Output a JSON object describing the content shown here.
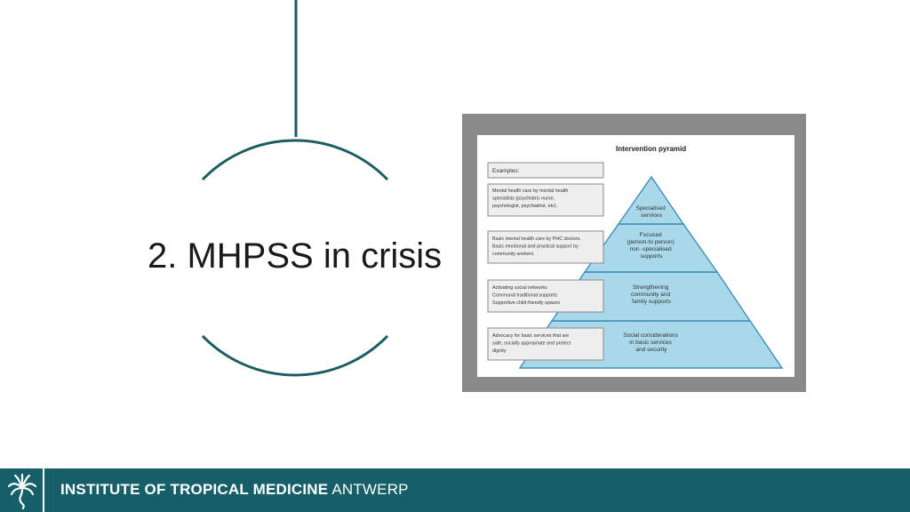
{
  "slide": {
    "title": "2. MHPSS in crisis"
  },
  "figure": {
    "heading": "Intervention pyramid",
    "examples_label": "Examples:",
    "examples": [
      [
        "Mental health care by mental health",
        "specialists (psychiatric nurse,",
        "psychologist, psychiatrist, etc)."
      ],
      [
        "Basic mental health care by PHC doctors.",
        "Basic emotional and practical support by",
        "community workers"
      ],
      [
        "Activating social networks",
        "Communal traditional supports",
        "Supportive child-friendly spaces"
      ],
      [
        "Advocacy for basic services that are",
        "safe, socially appropriate and protect",
        "dignity"
      ]
    ],
    "levels": [
      [
        "Specialised",
        "services"
      ],
      [
        "Focused",
        "(person-to person)",
        "non -specialised",
        "supports"
      ],
      [
        "Strengthening",
        "community and",
        "family supports"
      ],
      [
        "Social considerations",
        "in basic services",
        "and security"
      ]
    ],
    "colors": {
      "pyramid_fill": "#a9d8ea",
      "pyramid_stroke": "#3d8fb5",
      "box_fill": "#eeeeee",
      "box_stroke": "#8a8a8a"
    }
  },
  "footer": {
    "institute_bold": "INSTITUTE OF TROPICAL MEDICINE",
    "institute_city": "ANTWERP",
    "logo": "palm-tree-logo",
    "background": "#175f68"
  },
  "decoration": {
    "accent_color": "#1c5c63"
  }
}
